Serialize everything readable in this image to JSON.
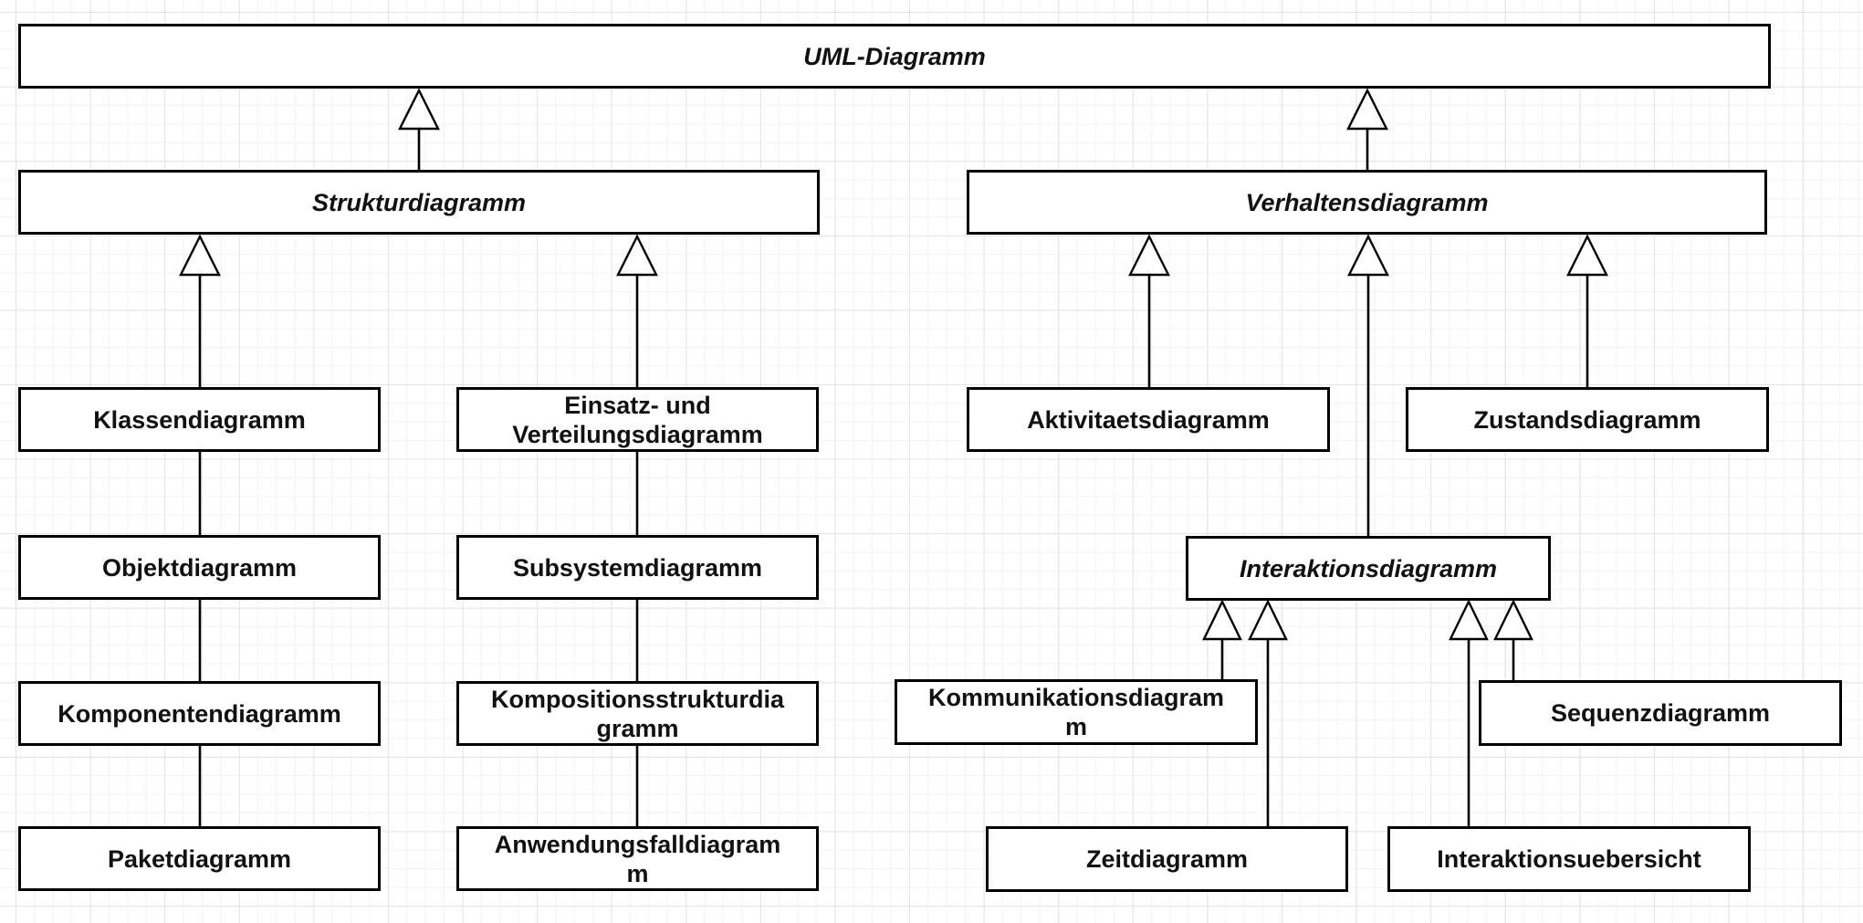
{
  "diagram": {
    "type": "uml-class-hierarchy",
    "colors": {
      "background": "#ffffff",
      "node_fill": "#ffffff",
      "node_stroke": "#000000",
      "text": "#111111",
      "grid_minor": "#f3f3f3",
      "grid_major": "#e4e4e4"
    },
    "nodes": [
      {
        "id": "uml-diagramm",
        "label": "UML-Diagramm",
        "style": "abstract-italic"
      },
      {
        "id": "strukturdiagramm",
        "label": "Strukturdiagramm",
        "style": "abstract-italic"
      },
      {
        "id": "verhaltensdiagramm",
        "label": "Verhaltensdiagramm",
        "style": "abstract-italic"
      },
      {
        "id": "klassendiagramm",
        "label": "Klassendiagramm",
        "style": "normal"
      },
      {
        "id": "einsatz-und-verteilungsdiagramm",
        "label": "Einsatz- und\nVerteilungsdiagramm",
        "style": "normal"
      },
      {
        "id": "aktivitaetsdiagramm",
        "label": "Aktivitaetsdiagramm",
        "style": "normal"
      },
      {
        "id": "zustandsdiagramm",
        "label": "Zustandsdiagramm",
        "style": "normal"
      },
      {
        "id": "objektdiagramm",
        "label": "Objektdiagramm",
        "style": "normal"
      },
      {
        "id": "subsystemdiagramm",
        "label": "Subsystemdiagramm",
        "style": "normal"
      },
      {
        "id": "interaktionsdiagramm",
        "label": "Interaktionsdiagramm",
        "style": "abstract-italic"
      },
      {
        "id": "komponentendiagramm",
        "label": "Komponentendiagramm",
        "style": "normal"
      },
      {
        "id": "kompositionsstrukturdiagramm",
        "label": "Kompositionsstrukturdia\ngramm",
        "style": "normal"
      },
      {
        "id": "kommunikationsdiagramm",
        "label": "Kommunikationsdiagram\nm",
        "style": "normal"
      },
      {
        "id": "sequenzdiagramm",
        "label": "Sequenzdiagramm",
        "style": "normal"
      },
      {
        "id": "paketdiagramm",
        "label": "Paketdiagramm",
        "style": "normal"
      },
      {
        "id": "anwendungsfalldiagramm",
        "label": "Anwendungsfalldiagram\nm",
        "style": "normal"
      },
      {
        "id": "zeitdiagramm",
        "label": "Zeitdiagramm",
        "style": "normal"
      },
      {
        "id": "interaktionsuebersicht",
        "label": "Interaktionsuebersicht",
        "style": "normal"
      }
    ],
    "edges": [
      {
        "from": "strukturdiagramm",
        "to": "uml-diagramm",
        "type": "generalization",
        "arrowhead": true
      },
      {
        "from": "verhaltensdiagramm",
        "to": "uml-diagramm",
        "type": "generalization",
        "arrowhead": true
      },
      {
        "from": "klassendiagramm",
        "to": "strukturdiagramm",
        "type": "generalization",
        "arrowhead": true
      },
      {
        "from": "einsatz-und-verteilungsdiagramm",
        "to": "strukturdiagramm",
        "type": "generalization",
        "arrowhead": true
      },
      {
        "from": "objektdiagramm",
        "to": "klassendiagramm",
        "type": "chain-segment",
        "arrowhead": false
      },
      {
        "from": "komponentendiagramm",
        "to": "objektdiagramm",
        "type": "chain-segment",
        "arrowhead": false
      },
      {
        "from": "paketdiagramm",
        "to": "komponentendiagramm",
        "type": "chain-segment",
        "arrowhead": false
      },
      {
        "from": "subsystemdiagramm",
        "to": "einsatz-und-verteilungsdiagramm",
        "type": "chain-segment",
        "arrowhead": false
      },
      {
        "from": "kompositionsstrukturdiagramm",
        "to": "subsystemdiagramm",
        "type": "chain-segment",
        "arrowhead": false
      },
      {
        "from": "anwendungsfalldiagramm",
        "to": "kompositionsstrukturdiagramm",
        "type": "chain-segment",
        "arrowhead": false
      },
      {
        "from": "aktivitaetsdiagramm",
        "to": "verhaltensdiagramm",
        "type": "generalization",
        "arrowhead": true
      },
      {
        "from": "zustandsdiagramm",
        "to": "verhaltensdiagramm",
        "type": "generalization",
        "arrowhead": true
      },
      {
        "from": "interaktionsdiagramm",
        "to": "verhaltensdiagramm",
        "type": "generalization",
        "arrowhead": true
      },
      {
        "from": "kommunikationsdiagramm",
        "to": "interaktionsdiagramm",
        "type": "generalization",
        "arrowhead": true
      },
      {
        "from": "zeitdiagramm",
        "to": "interaktionsdiagramm",
        "type": "generalization",
        "arrowhead": true
      },
      {
        "from": "interaktionsuebersicht",
        "to": "interaktionsdiagramm",
        "type": "generalization",
        "arrowhead": true
      },
      {
        "from": "sequenzdiagramm",
        "to": "interaktionsdiagramm",
        "type": "generalization",
        "arrowhead": true
      }
    ]
  }
}
